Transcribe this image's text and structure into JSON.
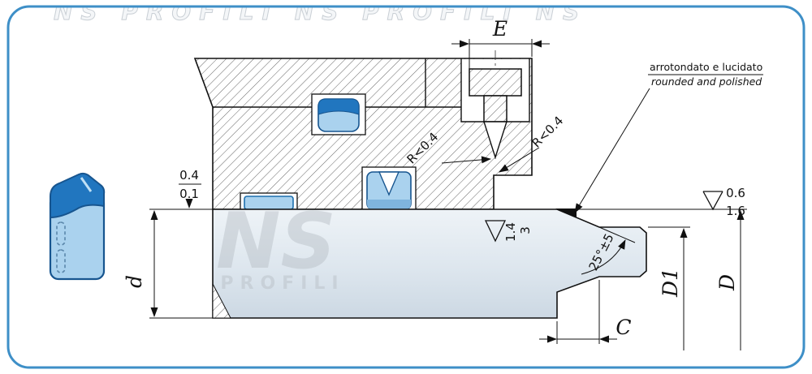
{
  "page": {
    "background": "#ffffff"
  },
  "watermark": {
    "top_text": "NS PROFILI NS PROFILI NS",
    "big_text": "NS",
    "sub_text": "PROFILI"
  },
  "dimensions": {
    "groove_width_label": "E",
    "rod_diameter_label": "d",
    "pilot_diameter_label": "D1",
    "bore_diameter_label": "D",
    "chamfer_length_label": "C"
  },
  "annotations": {
    "note_italian": "arrotondato e lucidato",
    "note_english": "rounded and polished",
    "radius_left": "R<0.4",
    "radius_right": "R<0.4",
    "straightness_upper": "0.4",
    "straightness_lower": "0.1",
    "roughness_shaft_upper": "1.4",
    "roughness_shaft_lower": "3",
    "roughness_face_upper": "0.6",
    "roughness_face_lower": "1.6",
    "chamfer_angle": "25°±5"
  },
  "colors": {
    "border": "#3e8fc7",
    "seal_dark_blue": "#2176bf",
    "seal_light_blue": "#aad2ee",
    "seal_heel_blue": "#7fb4dd",
    "watermark": "#b6bdc4"
  }
}
